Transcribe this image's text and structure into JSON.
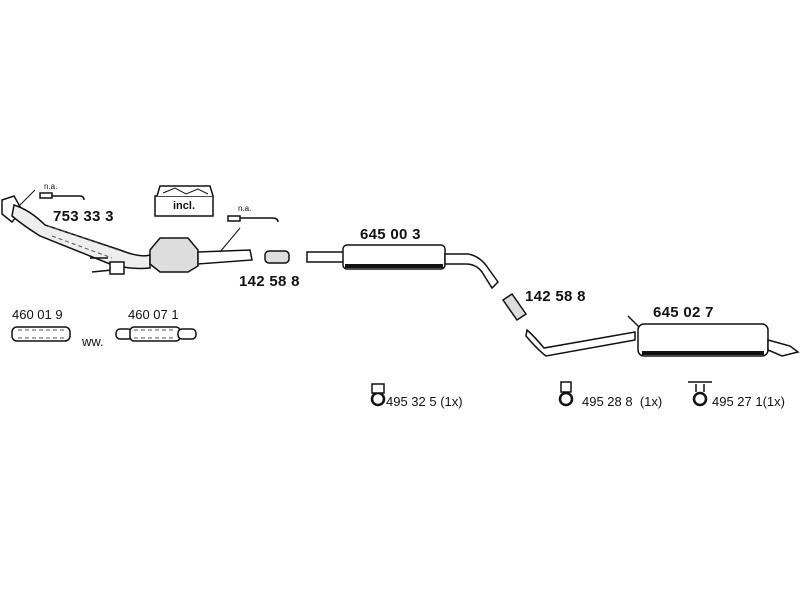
{
  "parts": {
    "front_pipe_catalyst": "753 33 3",
    "connector_1": "142 58 8",
    "middle_silencer": "645 00 3",
    "connector_2": "142 58 8",
    "rear_silencer": "645 02 7",
    "flex_pipe_1": "460 01 9",
    "flex_pipe_2": "460 07 1"
  },
  "labels": {
    "not_available_1": "n.a.",
    "not_available_2": "n.a.",
    "included": "incl.",
    "alternative": "ww."
  },
  "hangers": [
    {
      "label": "495 32 5 (1x)"
    },
    {
      "label": "495 28 8  (1x)"
    },
    {
      "label": "495 27 1(1x)"
    }
  ]
}
